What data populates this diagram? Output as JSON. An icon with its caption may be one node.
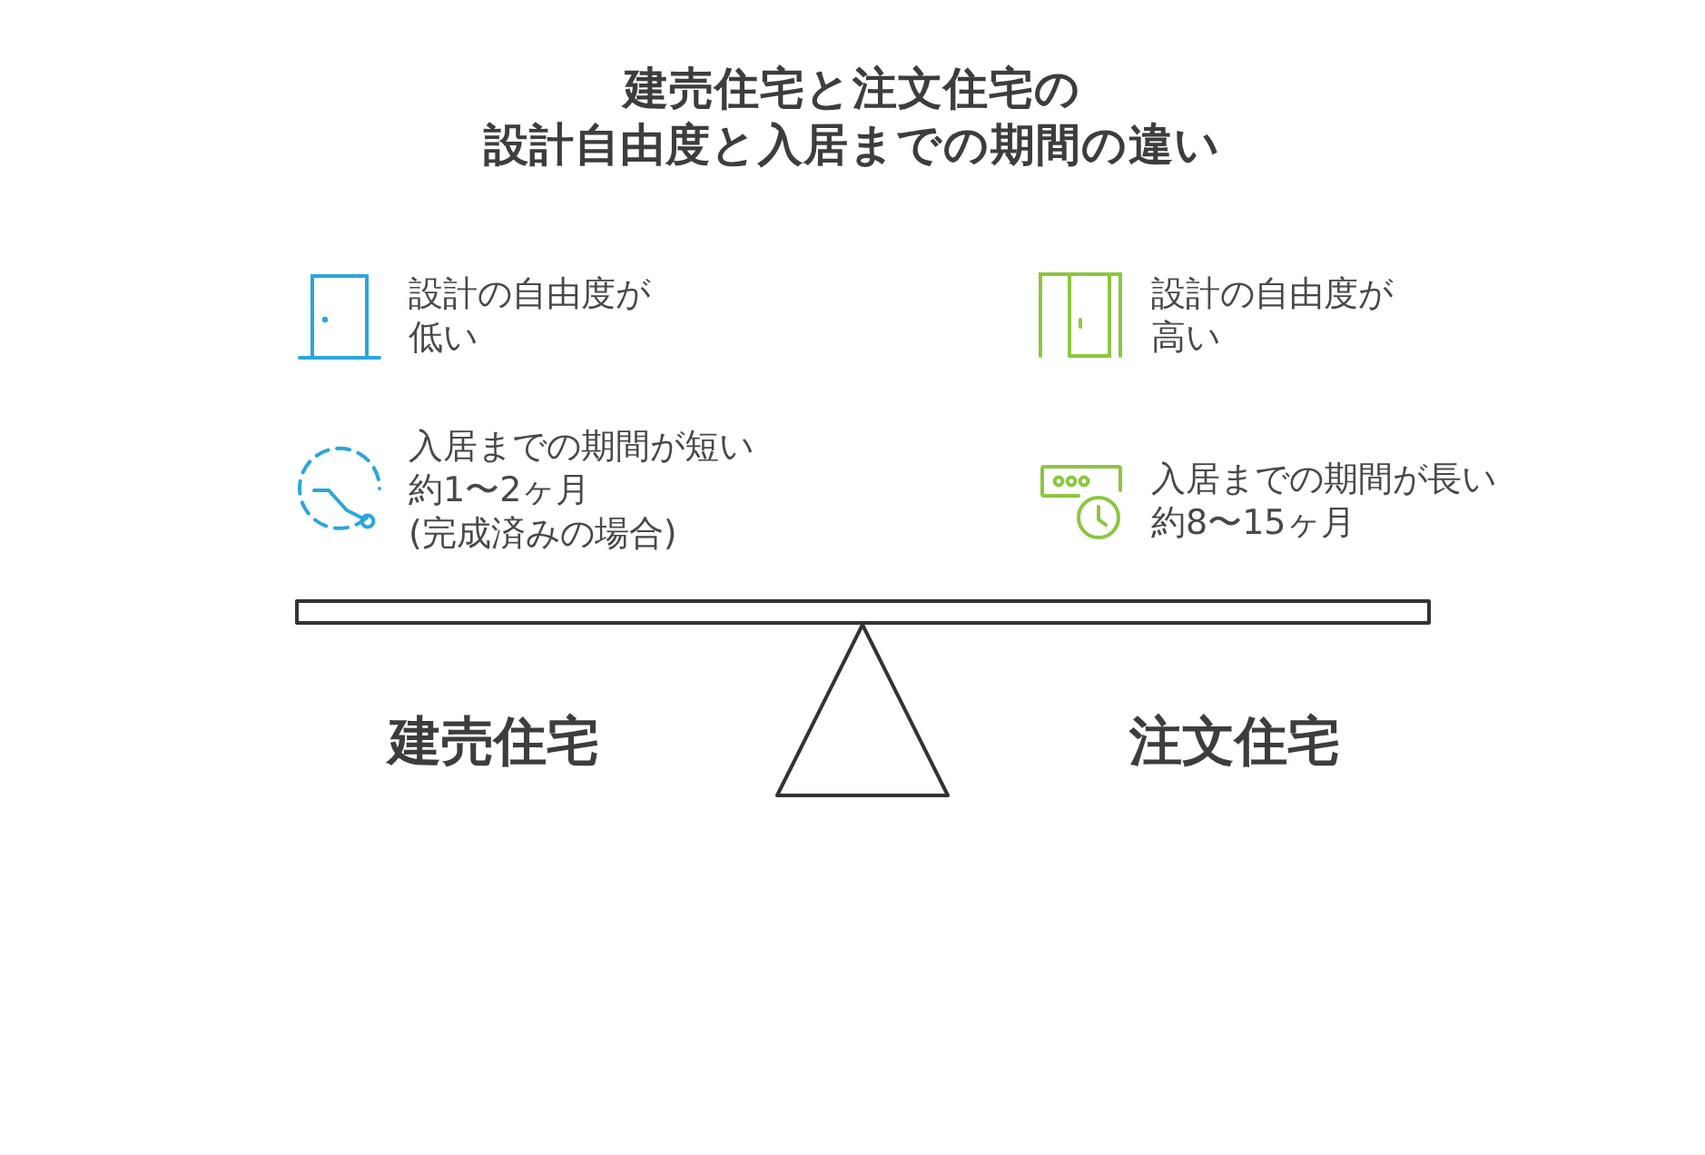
{
  "diagram": {
    "title": "建売住宅と注文住宅の設計自由度と入居までの期間の違い",
    "labels": [
      "設計の自由度が低い",
      "設計の自由度が高い",
      "入居までの期間が短い",
      "約1〜2ヶ月",
      "(完成済みの場合)",
      "入居までの期間が長い",
      "約8〜15ヶ月",
      "建売住宅",
      "注文住宅"
    ]
  }
}
